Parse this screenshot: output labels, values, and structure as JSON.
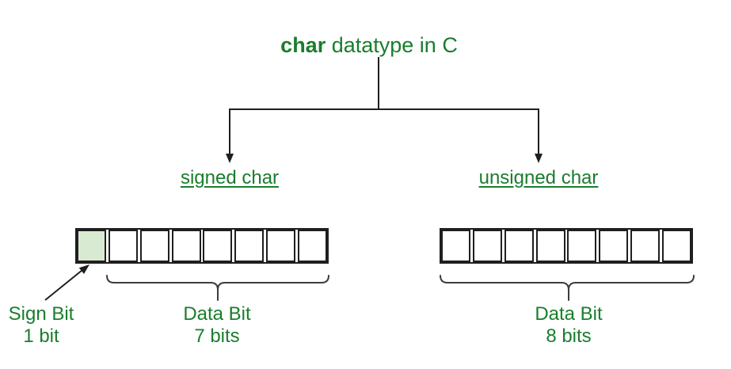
{
  "colors": {
    "text_green": "#1a7d2e",
    "sign_bit_fill": "#d9ead3",
    "line": "#1f1f1f",
    "brace": "#3d3d3d"
  },
  "title": {
    "bold": "char",
    "rest": " datatype in C"
  },
  "branches": {
    "signed": {
      "label": "signed char"
    },
    "unsigned": {
      "label": "unsigned char"
    }
  },
  "registers": {
    "signed": {
      "cells": 8,
      "sign_cells": 1
    },
    "unsigned": {
      "cells": 8,
      "sign_cells": 0
    }
  },
  "annotations": {
    "sign_bit": {
      "line1": "Sign Bit",
      "line2": "1 bit"
    },
    "signed_data": {
      "line1": "Data Bit",
      "line2": "7 bits"
    },
    "unsigned_data": {
      "line1": "Data Bit",
      "line2": "8 bits"
    }
  }
}
